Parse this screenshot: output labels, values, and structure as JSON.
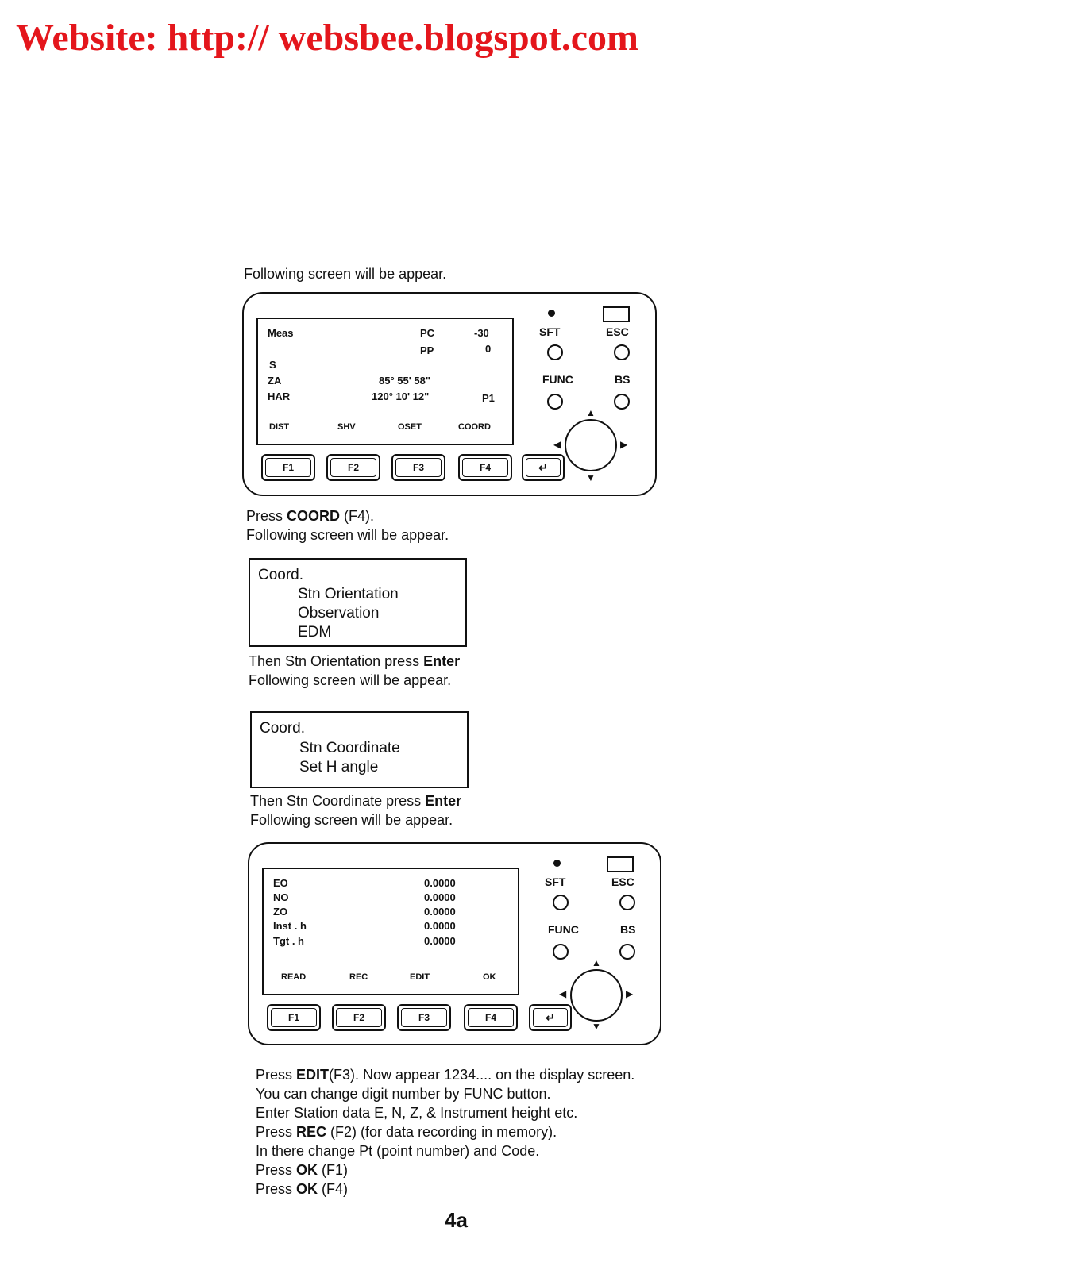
{
  "header": {
    "website": "Website: http:// websbee.blogspot.com"
  },
  "intro": "Following screen will be appear.",
  "screen1": {
    "meas": "Meas",
    "pc_label": "PC",
    "pc_value": "-30",
    "pp_label": "PP",
    "pp_value": "0",
    "s_label": "S",
    "za_label": "ZA",
    "za_value": "85° 55' 58\"",
    "har_label": "HAR",
    "har_value": "120° 10' 12\"",
    "p1": "P1",
    "softkeys": [
      "DIST",
      "SHV",
      "OSET",
      "COORD"
    ]
  },
  "keypad": {
    "f_keys": [
      "F1",
      "F2",
      "F3",
      "F4"
    ],
    "enter_icon": "enter-icon",
    "sft": "SFT",
    "esc": "ESC",
    "func": "FUNC",
    "bs": "BS"
  },
  "step1": {
    "line1_pre": "Press ",
    "line1_bold": "COORD",
    "line1_post": " (F4).",
    "line2": "Following screen will be appear."
  },
  "menu1": {
    "title": "Coord.",
    "items": [
      "Stn Orientation",
      "Observation",
      "EDM"
    ]
  },
  "step2": {
    "line1_pre": "Then Stn Orientation press ",
    "line1_bold": "Enter",
    "line2": "Following screen will be appear."
  },
  "menu2": {
    "title": "Coord.",
    "items": [
      "Stn Coordinate",
      "Set H angle"
    ]
  },
  "step3": {
    "line1_pre": "Then Stn Coordinate press ",
    "line1_bold": "Enter",
    "line2": "Following screen will be appear."
  },
  "screen2": {
    "rows": [
      {
        "label": "EO",
        "value": "0.0000"
      },
      {
        "label": "NO",
        "value": "0.0000"
      },
      {
        "label": "ZO",
        "value": "0.0000"
      },
      {
        "label": "Inst . h",
        "value": "0.0000"
      },
      {
        "label": "Tgt . h",
        "value": "0.0000"
      }
    ],
    "softkeys": [
      "READ",
      "REC",
      "EDIT",
      "OK"
    ]
  },
  "instructions": {
    "l1_pre": "Press ",
    "l1_bold": "EDIT",
    "l1_post": "(F3). Now appear 1234.... on the display screen.",
    "l2": "You can change digit number by FUNC button.",
    "l3": "Enter Station data E, N, Z, & Instrument height etc.",
    "l4_pre": "Press ",
    "l4_bold": "REC",
    "l4_post": " (F2) (for data recording in memory).",
    "l5": "In there change Pt (point number) and Code.",
    "l6_pre": "Press ",
    "l6_bold": "OK",
    "l6_post": " (F1)",
    "l7_pre": "Press ",
    "l7_bold": "OK",
    "l7_post": " (F4)"
  },
  "page_number": "4a"
}
